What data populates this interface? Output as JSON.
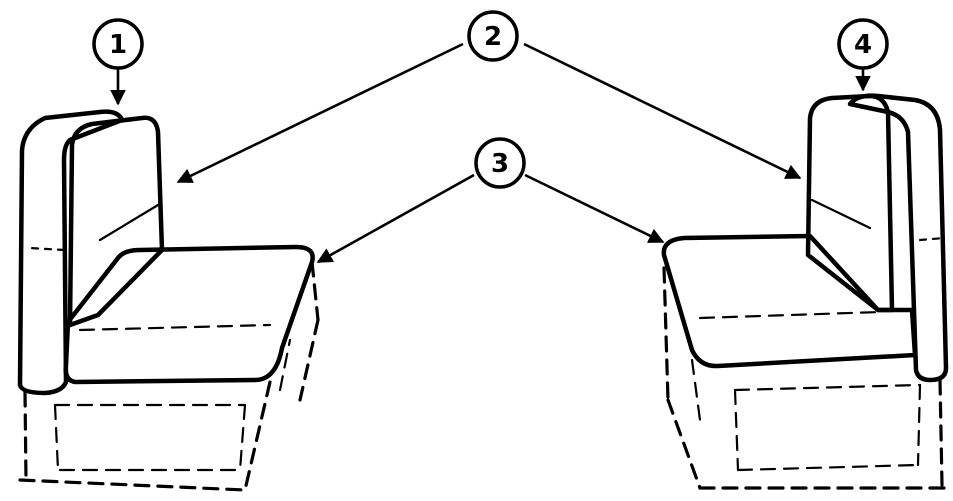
{
  "callouts": [
    {
      "id": "c1",
      "label": "1"
    },
    {
      "id": "c2",
      "label": "2"
    },
    {
      "id": "c3",
      "label": "3"
    },
    {
      "id": "c4",
      "label": "4"
    }
  ],
  "colors": {
    "ink": "#000000",
    "paper": "#ffffff"
  }
}
